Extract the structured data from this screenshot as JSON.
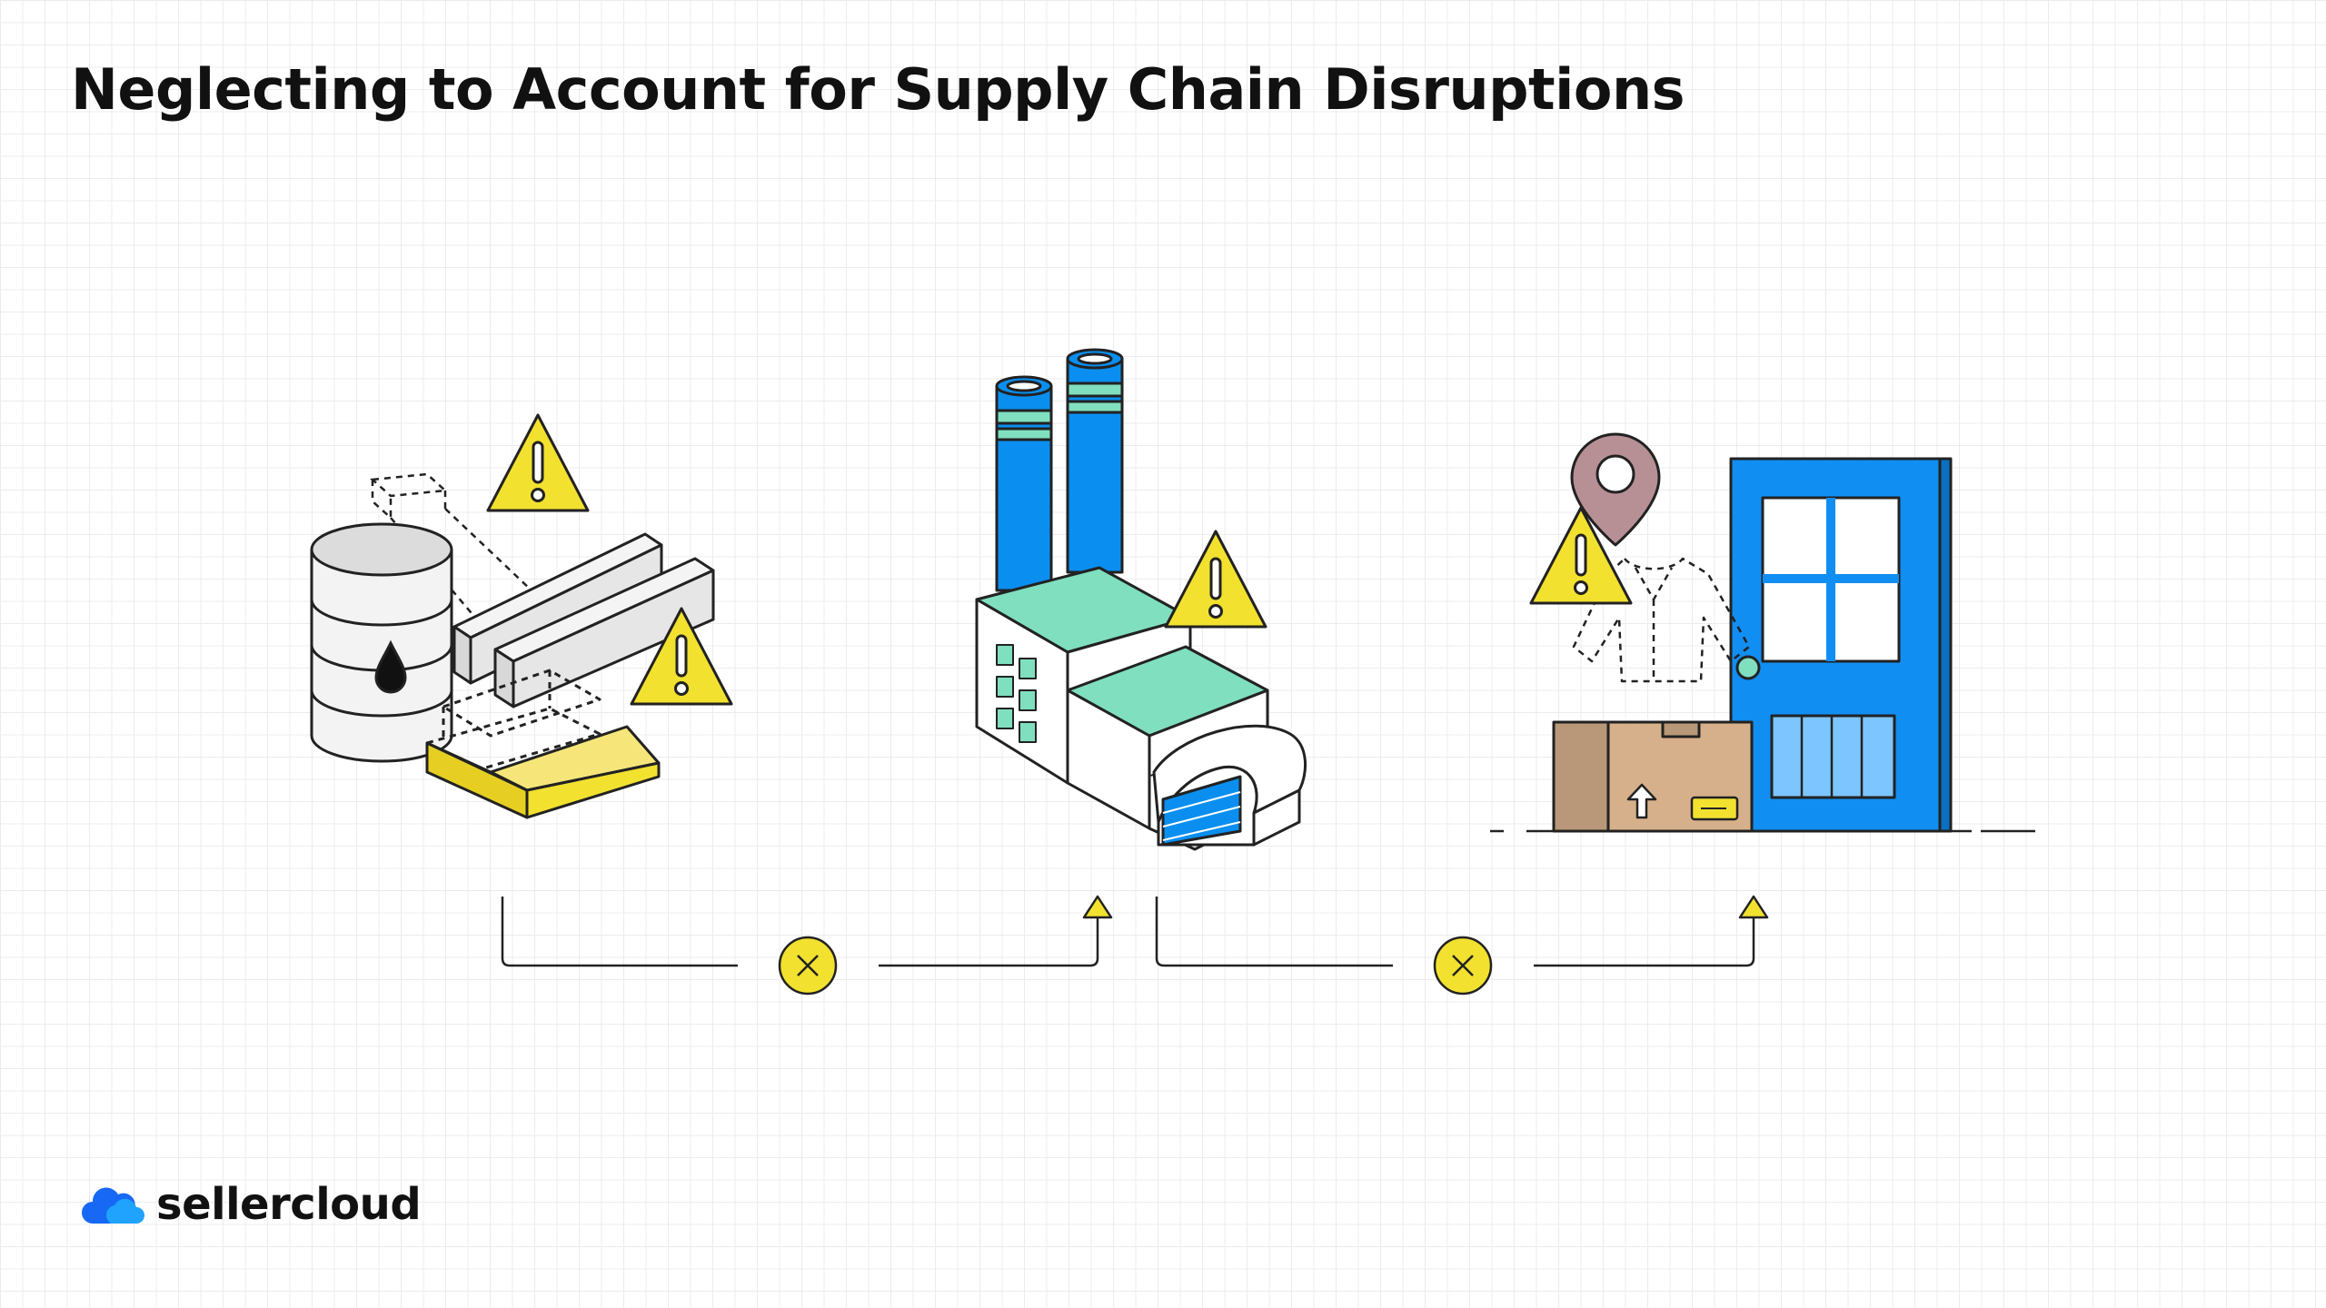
{
  "title": "Neglecting to Account for Supply Chain Disruptions",
  "brand": {
    "name": "sellercloud",
    "icon": "cloud-logo-icon"
  },
  "stages": [
    {
      "id": "raw-materials",
      "icons": [
        "oil-barrel-icon",
        "steel-beam-icon",
        "gold-bar-icon",
        "warning-icon"
      ]
    },
    {
      "id": "factory",
      "icons": [
        "factory-icon",
        "smokestack-icon",
        "warning-icon"
      ]
    },
    {
      "id": "customer-delivery",
      "icons": [
        "door-icon",
        "location-pin-icon",
        "jacket-icon",
        "package-box-icon",
        "warning-icon"
      ]
    }
  ],
  "connectors": [
    {
      "from": "raw-materials",
      "to": "factory",
      "status": "disrupted",
      "marker_icon": "x-circle-icon"
    },
    {
      "from": "factory",
      "to": "customer-delivery",
      "status": "disrupted",
      "marker_icon": "x-circle-icon"
    }
  ],
  "colors": {
    "warning_yellow": "#f2e12f",
    "factory_blue": "#0a8ff0",
    "roof_mint": "#7fdfbf",
    "door_blue": "#118ef2",
    "pin_mauve": "#b79096",
    "box_brown": "#d6b08a",
    "outline": "#222222"
  }
}
